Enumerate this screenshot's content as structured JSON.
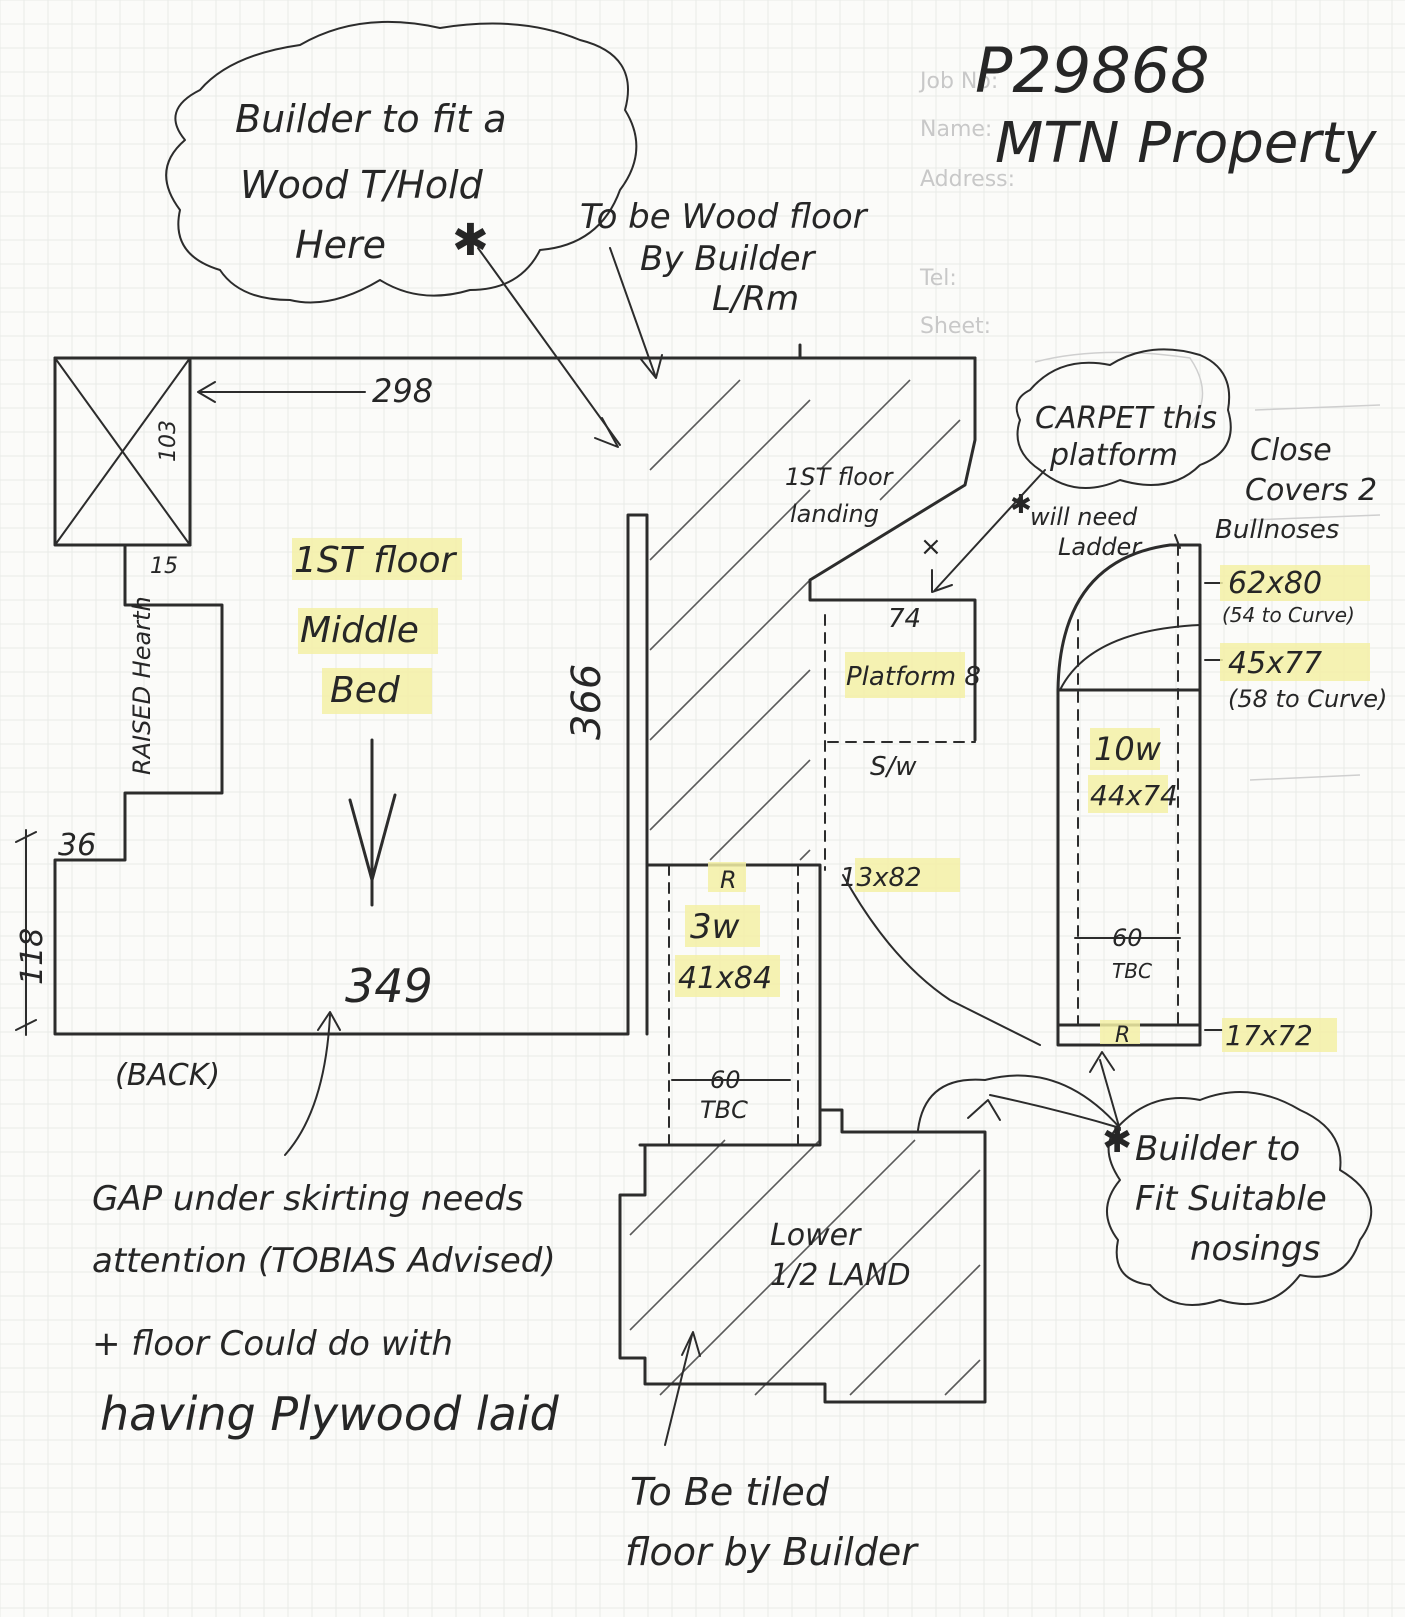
{
  "header": {
    "job_ref": "P29868",
    "client": "MTN Property",
    "form_labels": [
      "Job No:",
      "Name:",
      "Address:",
      "Tel:",
      "Sheet:"
    ]
  },
  "notes": {
    "threshold_note": "Builder to fit a Wood T/Hold Here",
    "threshold_note_lines": [
      "Builder to fit a",
      "Wood T/Hold",
      "Here"
    ],
    "wood_floor_note_lines": [
      "To be Wood floor",
      "By Builder",
      "L/Rm"
    ],
    "carpet_note_lines": [
      "CARPET this",
      "platform"
    ],
    "ladder_note_lines": [
      "will need",
      "Ladder"
    ],
    "close_covers_lines": [
      "Close",
      "Covers 2",
      "Bullnoses"
    ],
    "nosings_note_lines": [
      "Builder to",
      "Fit Suitable",
      "nosings"
    ],
    "gap_note_lines": [
      "GAP under skirting needs",
      "attention (TOBIAS Advised)",
      "+ floor Could do with",
      "having Plywood laid"
    ],
    "tiled_note_lines": [
      "To Be tiled",
      "floor by Builder"
    ],
    "back_label": "(BACK)"
  },
  "rooms": {
    "middle_bed_lines": [
      "1ST floor",
      "Middle",
      "Bed"
    ],
    "landing_lines": [
      "1ST floor",
      "landing"
    ],
    "platform_label": "Platform 8",
    "lower_half_landing_lines": [
      "Lower",
      "1/2 LAND"
    ],
    "raised_hearth": "RAISED Hearth",
    "sw_label": "S/w"
  },
  "dimensions": {
    "bed_width_top": "298",
    "bed_width_bottom": "349",
    "bed_depth": "366",
    "chimney_depth": "103",
    "hearth_offset": "15",
    "recess_width": "36",
    "recess_depth": "118",
    "platform_width": "74",
    "step_riser": "13x82",
    "riser_r": "R",
    "flight_left_count": "3w",
    "flight_left_size": "41x84",
    "flight_left_width": "60",
    "flight_left_tbc": "TBC",
    "bullnose_1": "62x80",
    "bullnose_1_note": "(54 to Curve)",
    "bullnose_2": "45x77",
    "bullnose_2_note": "(58 to Curve)",
    "flight_right_count": "10w",
    "flight_right_size": "44x74",
    "flight_right_width": "60",
    "flight_right_tbc": "TBC",
    "bottom_riser": "17x72",
    "bottom_riser_r": "R"
  }
}
